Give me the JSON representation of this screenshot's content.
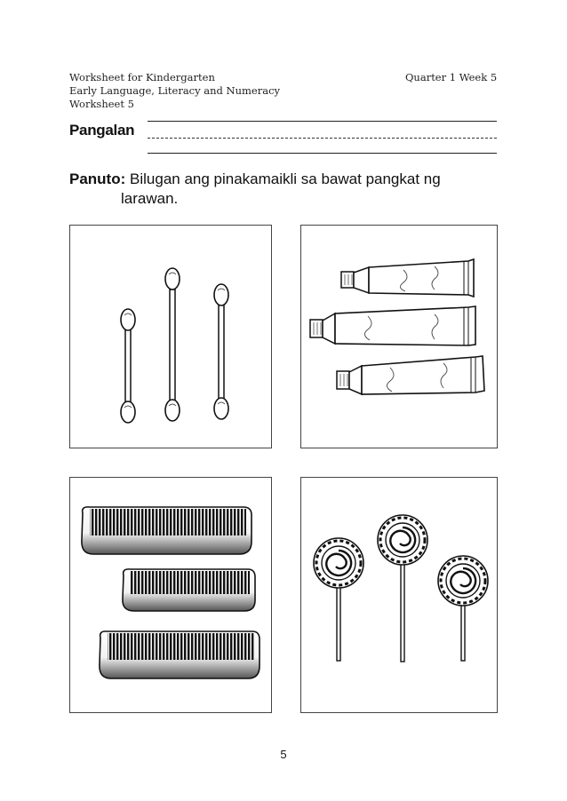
{
  "header": {
    "line1": "Worksheet for Kindergarten",
    "line2": "Early Language, Literacy and Numeracy",
    "line3": "Worksheet 5",
    "quarter": "Quarter 1 Week 5"
  },
  "name_label": "Pangalan",
  "instruction": {
    "label": "Panuto:",
    "text_line1": "Bilugan ang pinakamaikli sa bawat pangkat ng",
    "text_line2": "larawan."
  },
  "panels": [
    {
      "subject": "cotton swabs",
      "icon": "cotton-swab-icon",
      "count": 3
    },
    {
      "subject": "toothpaste tubes",
      "icon": "toothpaste-tube-icon",
      "count": 3
    },
    {
      "subject": "combs",
      "icon": "comb-icon",
      "count": 3
    },
    {
      "subject": "lollipops",
      "icon": "lollipop-icon",
      "count": 3
    }
  ],
  "page_number": "5"
}
